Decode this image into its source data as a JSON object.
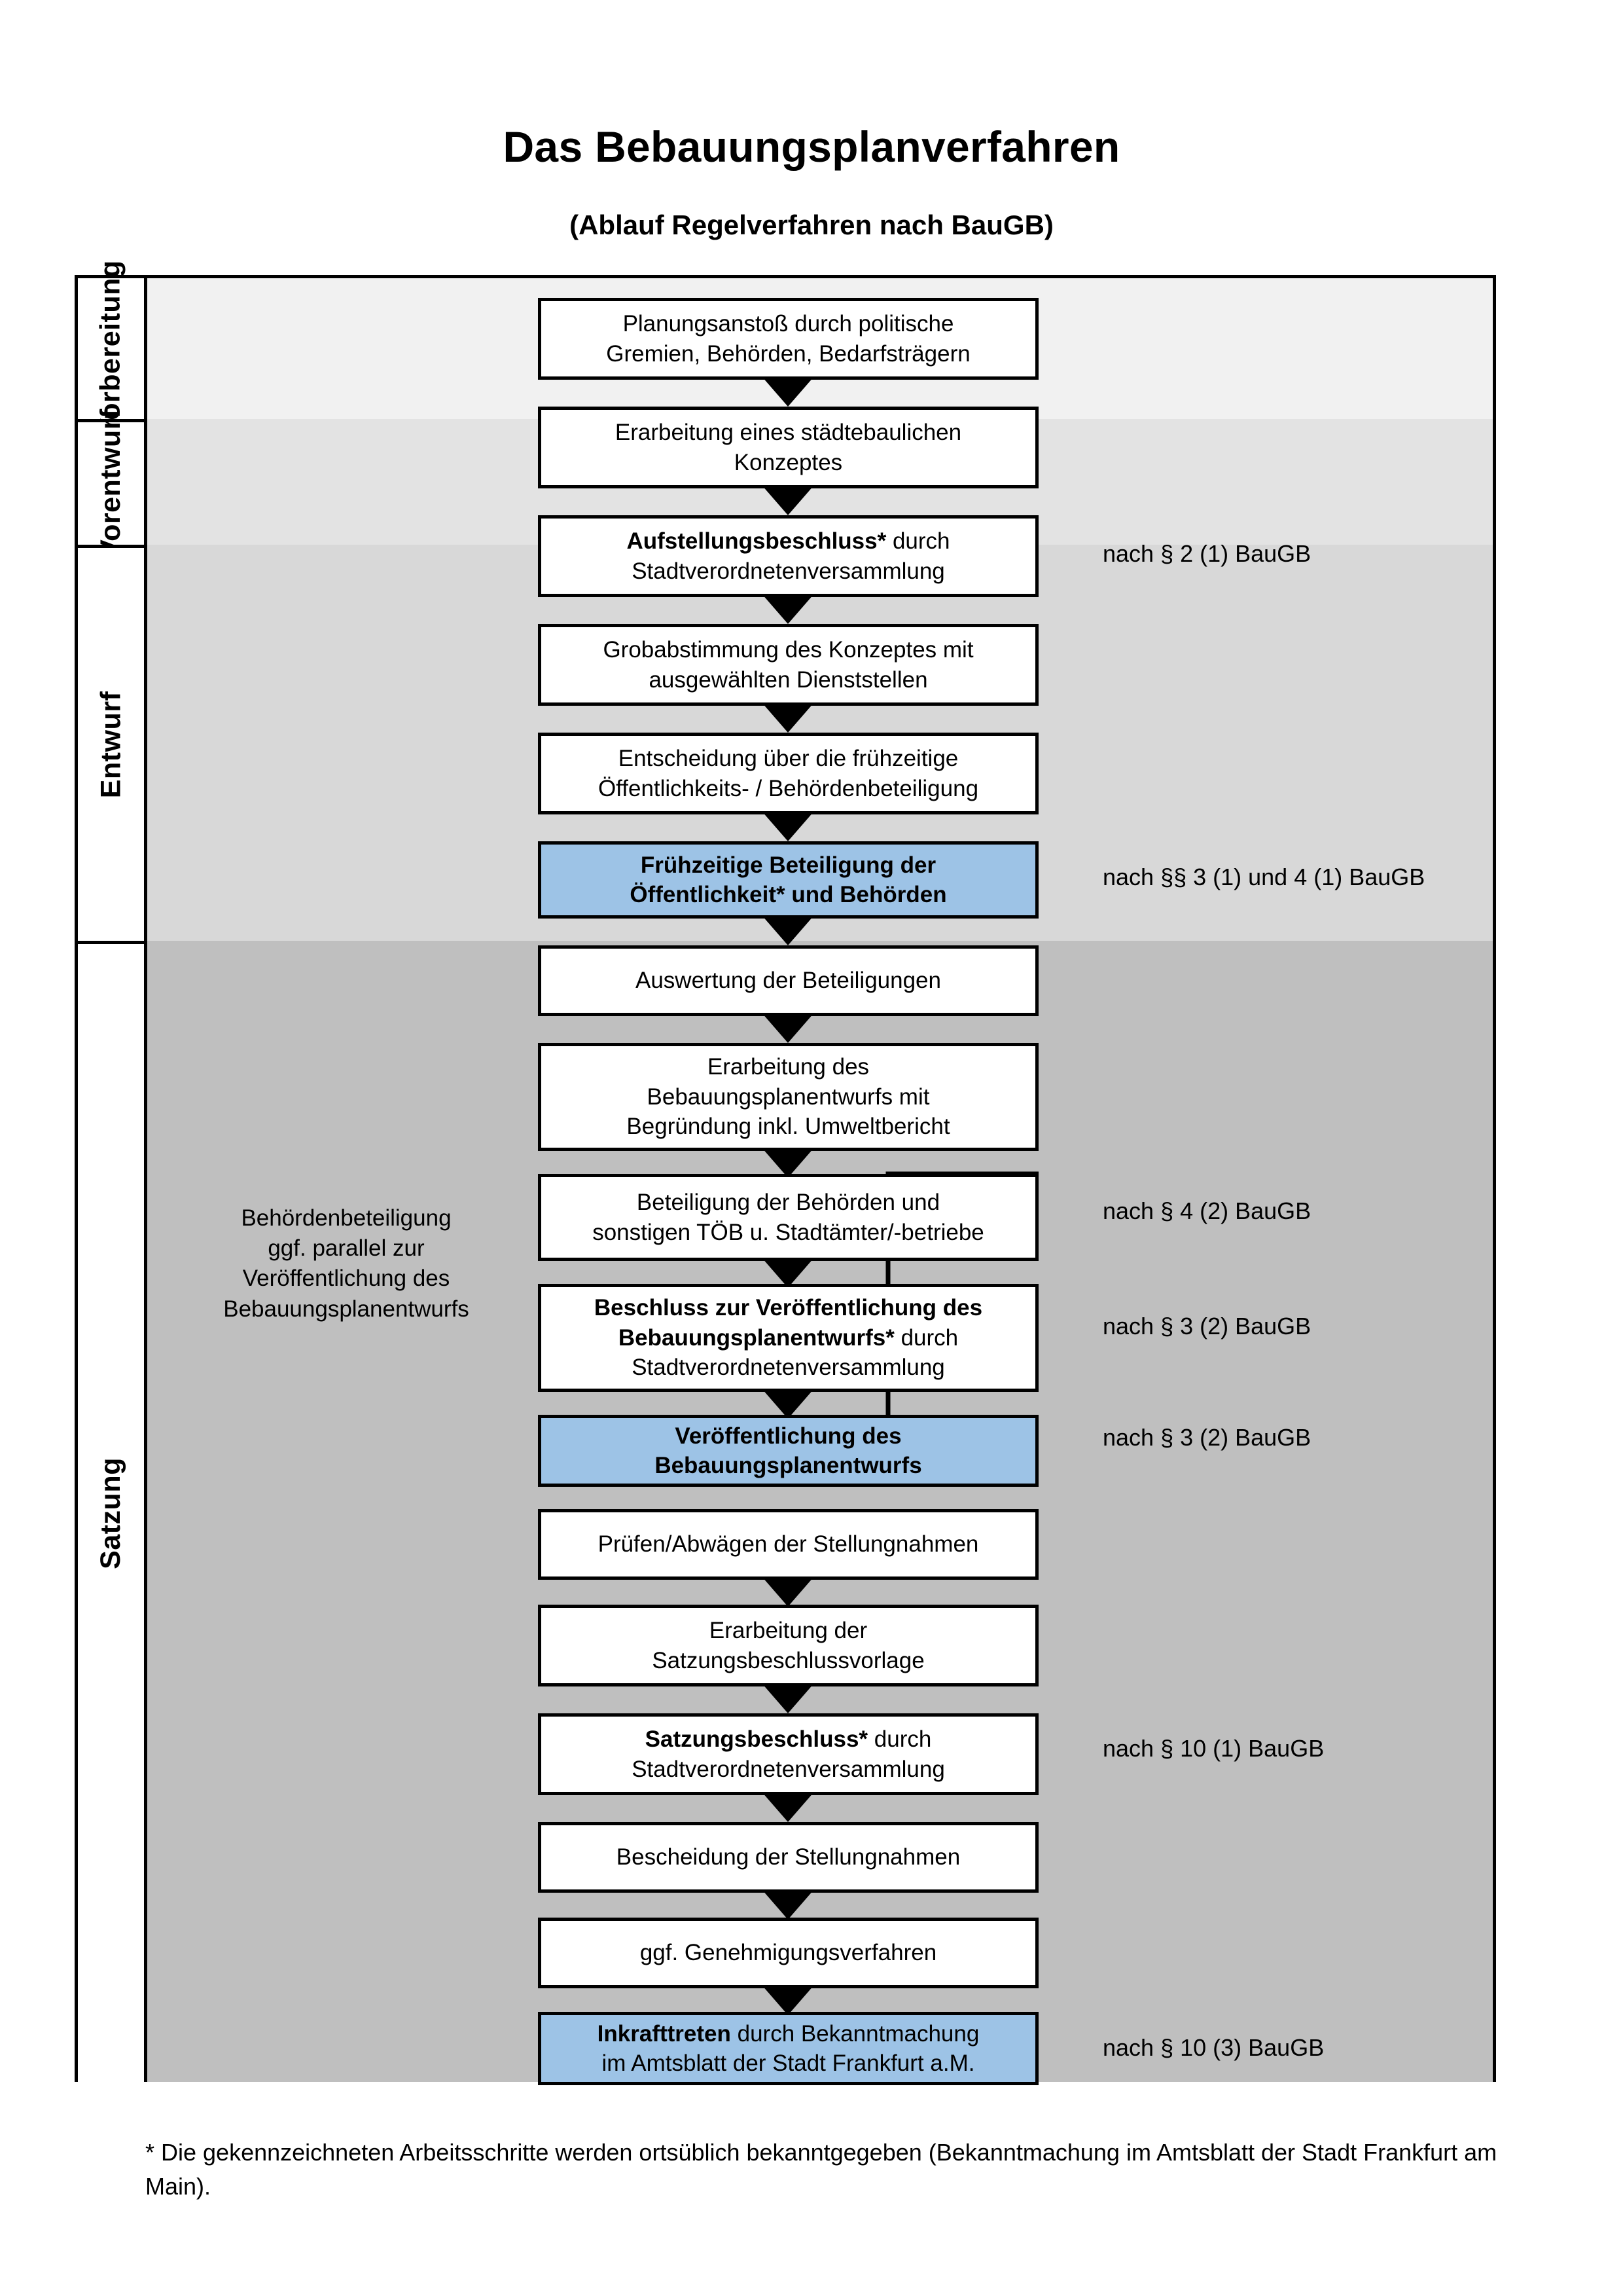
{
  "title": "Das Bebauungsplanverfahren",
  "subtitle": "(Ablauf Regelverfahren nach BauGB)",
  "colors": {
    "highlight_blue": "#9dc3e6",
    "band_1": "#f1f1f1",
    "band_2": "#e3e3e3",
    "band_3": "#d8d8d8",
    "band_4": "#bfbfbf",
    "box_border": "#000000",
    "box_fill": "#ffffff"
  },
  "sections": [
    {
      "label": "Vorbereitung"
    },
    {
      "label": "Vorentwurf"
    },
    {
      "label": "Entwurf"
    },
    {
      "label": "Satzung"
    }
  ],
  "steps": [
    {
      "id": "planungsanstoss",
      "lines": [
        "Planungsanstoß durch politische",
        "Gremien, Behörden, Bedarfsträgern"
      ],
      "bold_prefix": "",
      "highlight": false
    },
    {
      "id": "konzept",
      "lines": [
        "Erarbeitung eines städtebaulichen",
        "Konzeptes"
      ],
      "bold_prefix": "",
      "highlight": false
    },
    {
      "id": "aufstellungsbeschluss",
      "lines": [
        "Aufstellungsbeschluss* durch",
        "Stadtverordnetenversammlung"
      ],
      "bold_prefix": "Aufstellungsbeschluss*",
      "highlight": false
    },
    {
      "id": "grobabstimmung",
      "lines": [
        "Grobabstimmung des Konzeptes mit",
        "ausgewählten Dienststellen"
      ],
      "bold_prefix": "",
      "highlight": false
    },
    {
      "id": "entscheidung-beteiligung",
      "lines": [
        "Entscheidung über die frühzeitige",
        "Öffentlichkeits- / Behördenbeteiligung"
      ],
      "bold_prefix": "",
      "highlight": false
    },
    {
      "id": "fruehzeitige-beteiligung",
      "lines": [
        "Frühzeitige Beteiligung der",
        "Öffentlichkeit* und Behörden"
      ],
      "bold_prefix": "ALL",
      "highlight": true
    },
    {
      "id": "auswertung",
      "lines": [
        "Auswertung der Beteiligungen"
      ],
      "bold_prefix": "",
      "highlight": false
    },
    {
      "id": "erarbeitung-entwurf",
      "lines": [
        "Erarbeitung des",
        "Bebauungsplanentwurfs mit",
        "Begründung inkl. Umweltbericht"
      ],
      "bold_prefix": "",
      "highlight": false
    },
    {
      "id": "beteiligung-behoerden",
      "lines": [
        "Beteiligung der Behörden und",
        "sonstigen TÖB u. Stadtämter/-betriebe"
      ],
      "bold_prefix": "",
      "highlight": false
    },
    {
      "id": "beschluss-veroeffentlichung",
      "lines": [
        "Beschluss zur Veröffentlichung des",
        "Bebauungsplanentwurfs* durch",
        "Stadtverordnetenversammlung"
      ],
      "bold_prefix": "Beschluss zur Veröffentlichung des Bebauungsplanentwurfs*",
      "highlight": false
    },
    {
      "id": "veroeffentlichung",
      "lines": [
        "Veröffentlichung des",
        "Bebauungsplanentwurfs"
      ],
      "bold_prefix": "ALL",
      "highlight": true
    },
    {
      "id": "pruefen-abwaegen",
      "lines": [
        "Prüfen/Abwägen der Stellungnahmen"
      ],
      "bold_prefix": "",
      "highlight": false
    },
    {
      "id": "satzungsbeschlussvorlage",
      "lines": [
        "Erarbeitung der",
        "Satzungsbeschlussvorlage"
      ],
      "bold_prefix": "",
      "highlight": false
    },
    {
      "id": "satzungsbeschluss",
      "lines": [
        "Satzungsbeschluss* durch",
        "Stadtverordnetenversammlung"
      ],
      "bold_prefix": "Satzungsbeschluss*",
      "highlight": false
    },
    {
      "id": "bescheidung",
      "lines": [
        "Bescheidung der Stellungnahmen"
      ],
      "bold_prefix": "",
      "highlight": false
    },
    {
      "id": "genehmigungsverfahren",
      "lines": [
        "ggf. Genehmigungsverfahren"
      ],
      "bold_prefix": "",
      "highlight": false
    },
    {
      "id": "inkrafttreten",
      "lines": [
        "Inkrafttreten durch Bekanntmachung",
        "im Amtsblatt der Stadt Frankfurt a.M."
      ],
      "bold_prefix": "Inkrafttreten",
      "highlight": true
    }
  ],
  "references": [
    {
      "id": "ref-1",
      "text": "nach § 2 (1) BauGB"
    },
    {
      "id": "ref-2",
      "text": "nach §§ 3 (1) und 4 (1) BauGB"
    },
    {
      "id": "ref-3",
      "text": "nach § 4 (2) BauGB"
    },
    {
      "id": "ref-4",
      "text": "nach § 3 (2) BauGB"
    },
    {
      "id": "ref-5",
      "text": "nach § 3 (2) BauGB"
    },
    {
      "id": "ref-6",
      "text": "nach § 10 (1) BauGB"
    },
    {
      "id": "ref-7",
      "text": "nach § 10 (3) BauGB"
    }
  ],
  "annotation": {
    "lines": [
      "Behördenbeteiligung",
      "ggf. parallel zur",
      "Veröffentlichung des",
      "Bebauungsplanentwurfs"
    ]
  },
  "footnote": "* Die gekennzeichneten Arbeitsschritte werden ortsüblich bekanntgegeben (Bekanntmachung im Amtsblatt  der Stadt Frankfurt am Main)."
}
